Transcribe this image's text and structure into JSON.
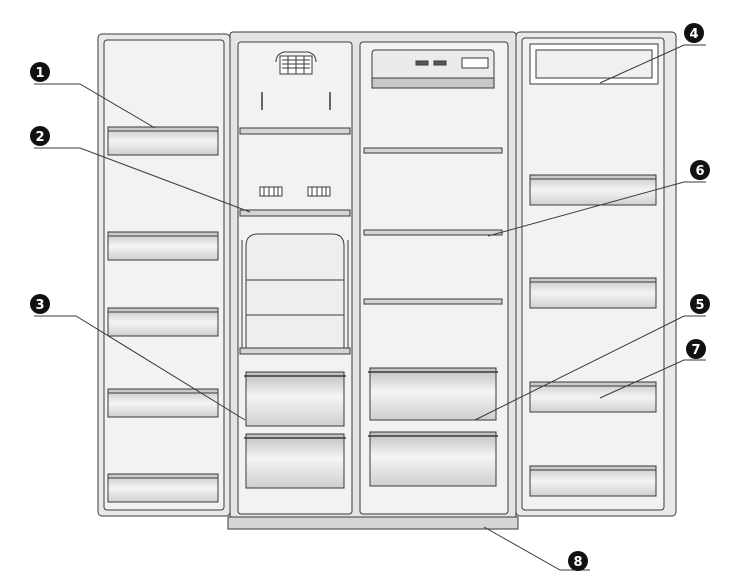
{
  "callouts": [
    {
      "id": "1",
      "label": "1",
      "glyph": "❶"
    },
    {
      "id": "2",
      "label": "2",
      "glyph": "❷"
    },
    {
      "id": "3",
      "label": "3",
      "glyph": "❸"
    },
    {
      "id": "4",
      "label": "4",
      "glyph": "❹"
    },
    {
      "id": "5",
      "label": "5",
      "glyph": "❺"
    },
    {
      "id": "6",
      "label": "6",
      "glyph": "❻"
    },
    {
      "id": "7",
      "label": "7",
      "glyph": "❼"
    },
    {
      "id": "8",
      "label": "8",
      "glyph": "❽"
    }
  ],
  "colors": {
    "line": "#3a3a3a",
    "panel_fill": "#e9e9e9",
    "inner_fill": "#f2f2f2",
    "shelf_fill": "#d4d4d4",
    "badge_fill": "#111111"
  }
}
